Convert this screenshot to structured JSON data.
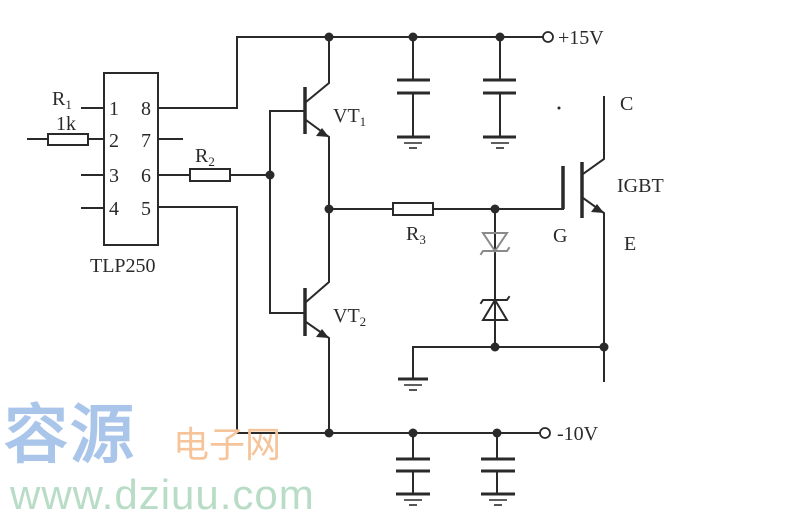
{
  "diagram": {
    "title": "TLP250 IGBT gate drive circuit",
    "ic": {
      "name": "TLP250",
      "pins_left": [
        "1",
        "2",
        "3",
        "4"
      ],
      "pins_right": [
        "8",
        "7",
        "6",
        "5"
      ]
    },
    "components": {
      "r1": {
        "name": "R",
        "sub": "1",
        "value": "1k"
      },
      "r2": {
        "name": "R",
        "sub": "2"
      },
      "r3": {
        "name": "R",
        "sub": "3"
      },
      "vt1": {
        "name": "VT",
        "sub": "1"
      },
      "vt2": {
        "name": "VT",
        "sub": "2"
      },
      "igbt": {
        "name": "IGBT",
        "collector": "C",
        "gate": "G",
        "emitter": "E"
      }
    },
    "supplies": {
      "positive": "+15V",
      "negative": "-10V"
    }
  },
  "watermark": {
    "brand_cn": "容源",
    "brand_cn_small": "电子网",
    "url": "www.dziuu.com",
    "colors": {
      "brand": "#a9c6ea",
      "small": "#f5c49b",
      "url": "#b8dcc6"
    }
  }
}
